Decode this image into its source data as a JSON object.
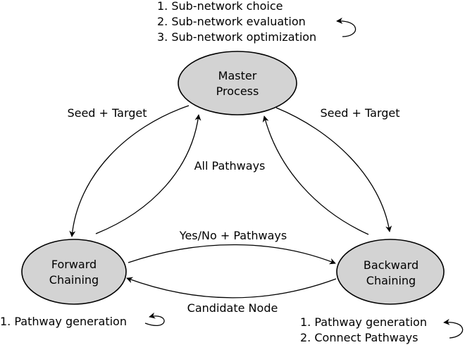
{
  "nodes": {
    "master": {
      "line1": "Master",
      "line2": "Process"
    },
    "forward": {
      "line1": "Forward",
      "line2": "Chaining"
    },
    "backward": {
      "line1": "Backward",
      "line2": "Chaining"
    }
  },
  "edges": {
    "master_to_forward": "Seed + Target",
    "master_to_backward": "Seed + Target",
    "to_master": "All Pathways",
    "forward_to_backward": "Yes/No + Pathways",
    "backward_to_forward": "Candidate Node"
  },
  "tasks": {
    "master": [
      "1. Sub-network choice",
      "2. Sub-network evaluation",
      "3. Sub-network optimization"
    ],
    "forward": [
      "1. Pathway generation"
    ],
    "backward": [
      "1. Pathway generation",
      "2. Connect Pathways"
    ]
  },
  "colors": {
    "node_fill": "#d3d3d3",
    "stroke": "#000000"
  }
}
